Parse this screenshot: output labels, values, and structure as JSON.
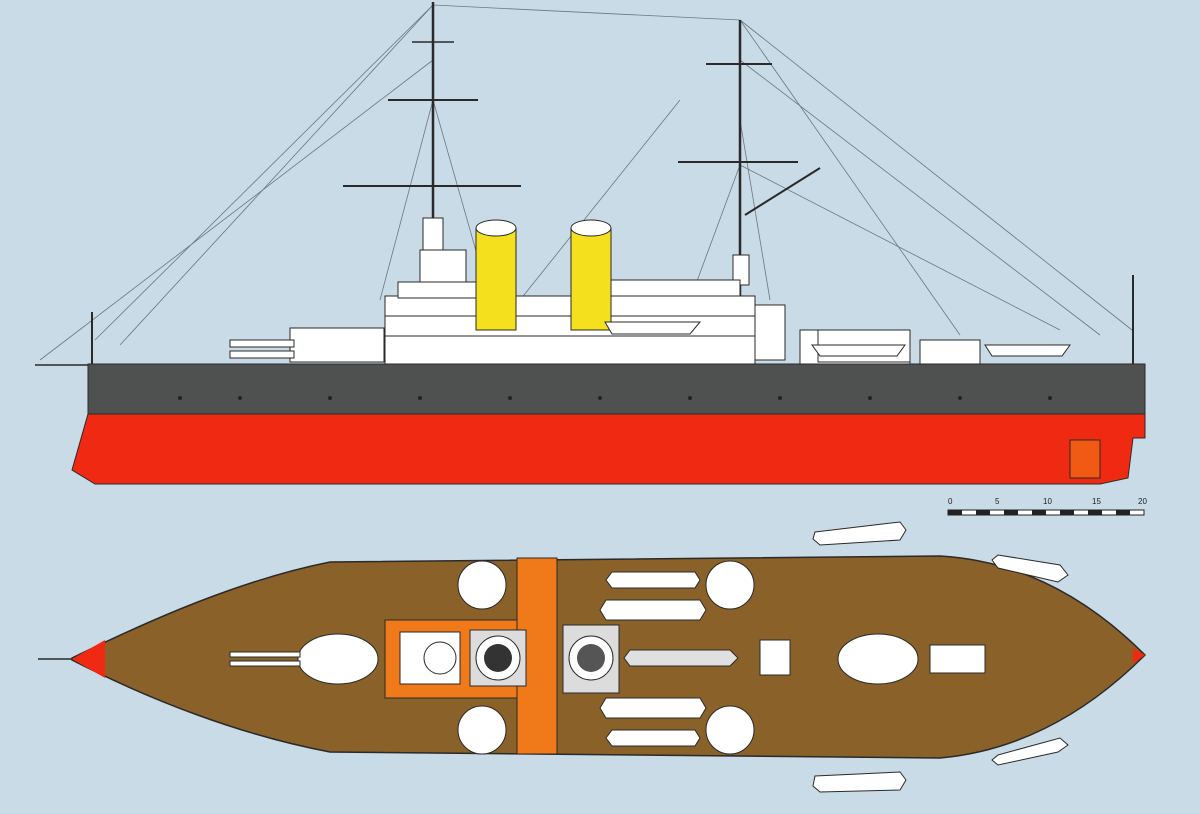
{
  "colors": {
    "background": "#c9dbe6",
    "hull_upper": "#4e5150",
    "hull_lower": "#f02a12",
    "funnel": "#f5e01e",
    "deck_wood": "#8a6128",
    "deck_plate": "#f07a1a",
    "superstructure": "#ffffff",
    "line": "#2a2a2a"
  },
  "scale_bar": {
    "ticks": [
      "0",
      "5",
      "10",
      "15",
      "20"
    ]
  },
  "icons": {
    "profile": "ship-profile-view",
    "plan": "ship-deck-plan-view"
  }
}
